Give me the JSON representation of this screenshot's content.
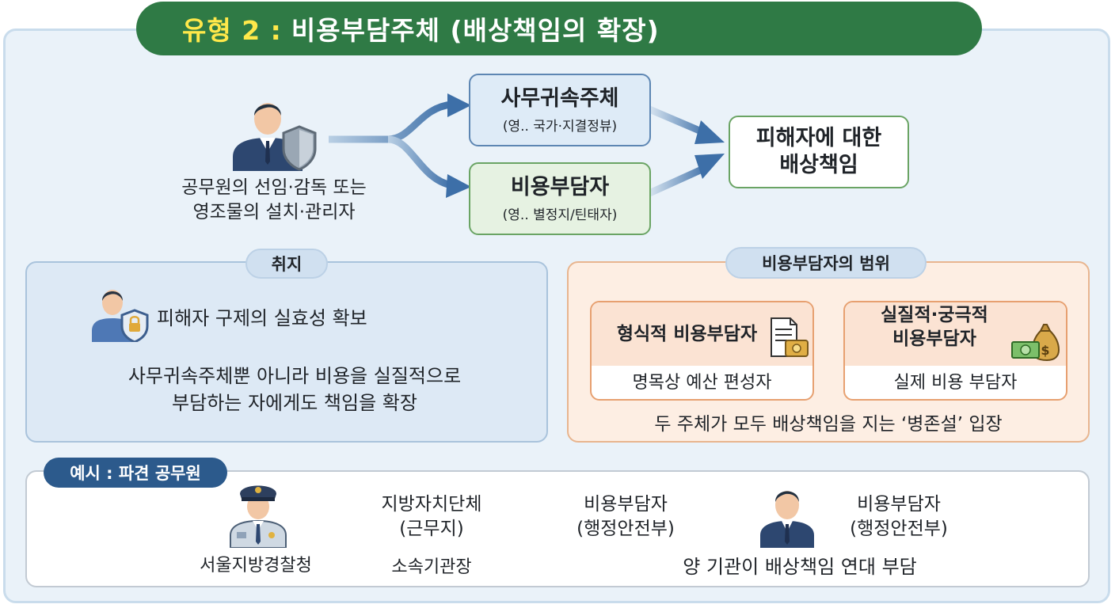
{
  "title": {
    "prefix": "유형 2 :",
    "main": "비용부담주체 (배상책임의 확장)"
  },
  "top_flow": {
    "actor_label_line1": "공무원의 선임·감독 또는",
    "actor_label_line2": "영조물의 설치·관리자",
    "box1": {
      "title": "사무귀속주체",
      "sub": "(영.. 국가·지결정뷰)"
    },
    "box2": {
      "title": "비용부담자",
      "sub": "(영.. 별정지/틴태자)"
    },
    "result_line1": "피해자에 대한",
    "result_line2": "배상책임"
  },
  "purpose": {
    "pill": "취지",
    "point": "피해자 구제의 실효성 확보",
    "desc_line1": "사무귀속주체뿐 아니라 비용을 실질적으로",
    "desc_line2": "부담하는 자에게도 책임을 확장"
  },
  "scope": {
    "pill": "비용부담자의 범위",
    "card1": {
      "head": "형식적 비용부담자",
      "body": "명목상 예산 편성자"
    },
    "card2": {
      "head_line1": "실질적·궁극적",
      "head_line2": "비용부담자",
      "body": "실제 비용 부담자"
    },
    "footer": "두 주체가 모두 배상책임을 지는 ‘병존설’ 입장"
  },
  "example": {
    "pill": "예시 : 파견 공무원",
    "step1": "서울지방경찰청",
    "step2_line1": "지방자치단체",
    "step2_line2": "(근무지)",
    "step2_below": "소속기관장",
    "step3_line1": "비용부담자",
    "step3_line2": "(행정안전부)",
    "step4_line1": "비용부담자",
    "step4_line2": "(행정안전부)",
    "footer": "양 기관이 배상책임 연대 부담"
  },
  "colors": {
    "green": "#2f7a45",
    "blue_arrow": "#3d6fa8",
    "orange_arrow": "#e07a3a",
    "navy_suit": "#2d4770"
  }
}
